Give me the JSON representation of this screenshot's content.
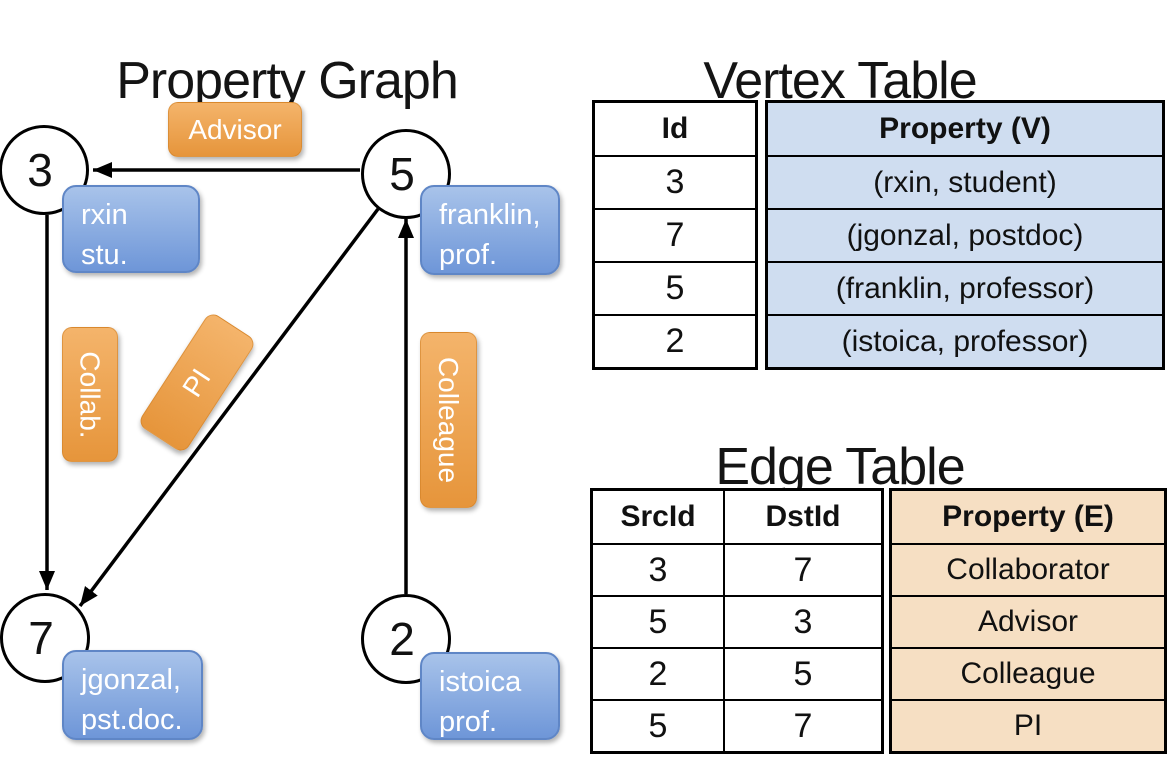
{
  "graph": {
    "title": "Property Graph",
    "nodes": {
      "n3": {
        "id": "3",
        "prop_line1": "rxin",
        "prop_line2": "stu."
      },
      "n5": {
        "id": "5",
        "prop_line1": "franklin,",
        "prop_line2": "prof."
      },
      "n7": {
        "id": "7",
        "prop_line1": "jgonzal,",
        "prop_line2": "pst.doc."
      },
      "n2": {
        "id": "2",
        "prop_line1": "istoica",
        "prop_line2": "prof."
      }
    },
    "edge_labels": {
      "advisor": "Advisor",
      "collab": "Collab.",
      "pi": "PI",
      "colleague": "Colleague"
    },
    "edges": [
      {
        "from": "5",
        "to": "3",
        "label": "Advisor"
      },
      {
        "from": "3",
        "to": "7",
        "label": "Collab."
      },
      {
        "from": "5",
        "to": "7",
        "label": "PI"
      },
      {
        "from": "2",
        "to": "5",
        "label": "Colleague"
      }
    ]
  },
  "vertex_table": {
    "title": "Vertex Table",
    "headers": {
      "id": "Id",
      "property": "Property (V)"
    },
    "rows": [
      {
        "id": "3",
        "property": "(rxin, student)"
      },
      {
        "id": "7",
        "property": "(jgonzal, postdoc)"
      },
      {
        "id": "5",
        "property": "(franklin, professor)"
      },
      {
        "id": "2",
        "property": "(istoica, professor)"
      }
    ]
  },
  "edge_table": {
    "title": "Edge Table",
    "headers": {
      "src": "SrcId",
      "dst": "DstId",
      "property": "Property (E)"
    },
    "rows": [
      {
        "src": "3",
        "dst": "7",
        "property": "Collaborator"
      },
      {
        "src": "5",
        "dst": "3",
        "property": "Advisor"
      },
      {
        "src": "2",
        "dst": "5",
        "property": "Colleague"
      },
      {
        "src": "5",
        "dst": "7",
        "property": "PI"
      }
    ]
  },
  "colors": {
    "edge_label_orange_top": "#f4b46b",
    "edge_label_orange_bottom": "#e6953b",
    "vertex_label_blue_top": "#a8c3ea",
    "vertex_label_blue_bottom": "#6e96d8",
    "vertex_table_fill": "#cfddf0",
    "edge_table_fill": "#f6dfc3",
    "line_black": "#000000"
  }
}
